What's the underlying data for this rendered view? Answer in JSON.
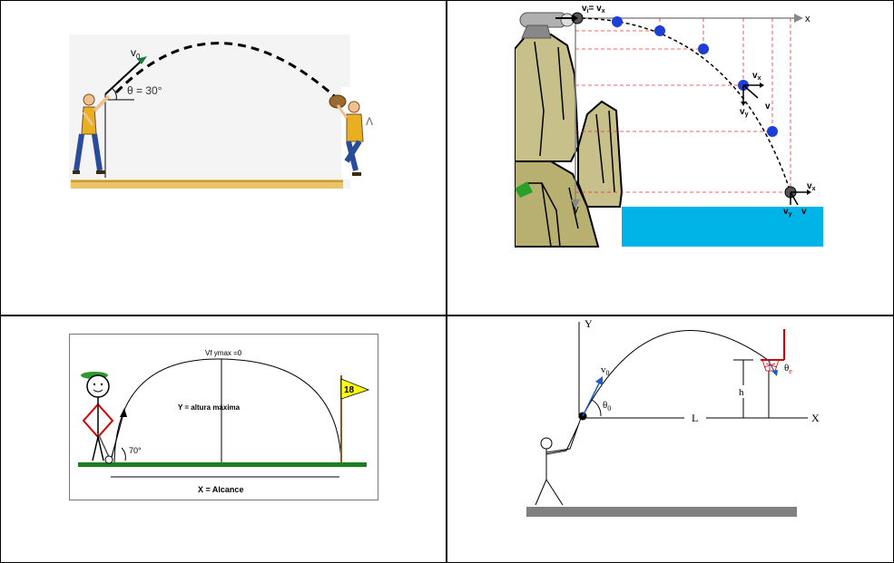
{
  "panel1": {
    "velocity_label": "v",
    "velocity_sub": "0",
    "angle_label": "θ = 30°",
    "catcher_mark": "Λ"
  },
  "panel2": {
    "x_axis": "x",
    "y_axis": "y",
    "vi_label": "v",
    "vi_sub": "i",
    "vi_eq": "= v",
    "vi_eq_sub": "x",
    "vx_label": "v",
    "vx_sub": "x",
    "vy_label": "v",
    "vy_sub": "y",
    "v_label": "v",
    "vx2_label": "v",
    "vx2_sub": "x",
    "vy2_label": "v",
    "vy2_sub": "y",
    "v2_label": "v",
    "colors": {
      "sea": "#00b4e8",
      "ball": "#1e3fd6",
      "rock": "#c8c08a"
    }
  },
  "panel3": {
    "top_label": "Vf ymax =0",
    "height_label": "Y = altura máxima",
    "angle_label": "70°",
    "range_label": "X  =  Alcance",
    "flag_number": "18",
    "colors": {
      "grass": "#1e7d1e",
      "flag": "#ffff00",
      "cap": "#2e9a2e",
      "shirt": "#d40000"
    }
  },
  "panel4": {
    "y_axis": "Y",
    "x_axis": "X",
    "v0_label": "v",
    "v0_sub": "0",
    "theta0_label": "θ",
    "theta0_sub": "0",
    "thetae_label": "θ",
    "thetae_sub": "e",
    "h_label": "h",
    "l_label": "L",
    "colors": {
      "ground": "#808080",
      "hoop": "#d40000",
      "arrow": "#1a5bc4"
    }
  }
}
